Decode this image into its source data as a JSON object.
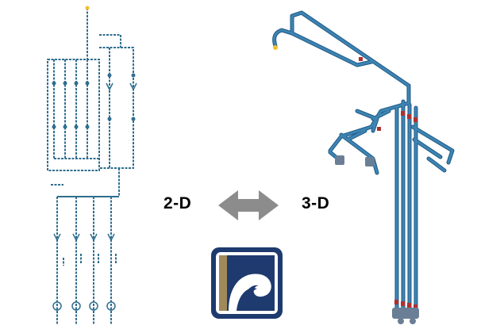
{
  "labels": {
    "two_d": "2-D",
    "three_d": "3-D"
  },
  "icons": {
    "conversion_arrow": "double-headed-arrow-icon",
    "logo": "wave-logo-icon",
    "schematic": "2d-piping-schematic",
    "isometric": "3d-isometric-piping-model"
  },
  "colors": {
    "pipe_2d": "#2f6e8f",
    "pipe_3d": "#3d84b3",
    "pipe_3d_dark": "#1f5a85",
    "arrow": "#8c8c8c",
    "logo_bg": "#1e3a6e",
    "logo_bar": "#a08a5a",
    "tip_yellow": "#f0c030",
    "valve_red": "#b03030"
  }
}
